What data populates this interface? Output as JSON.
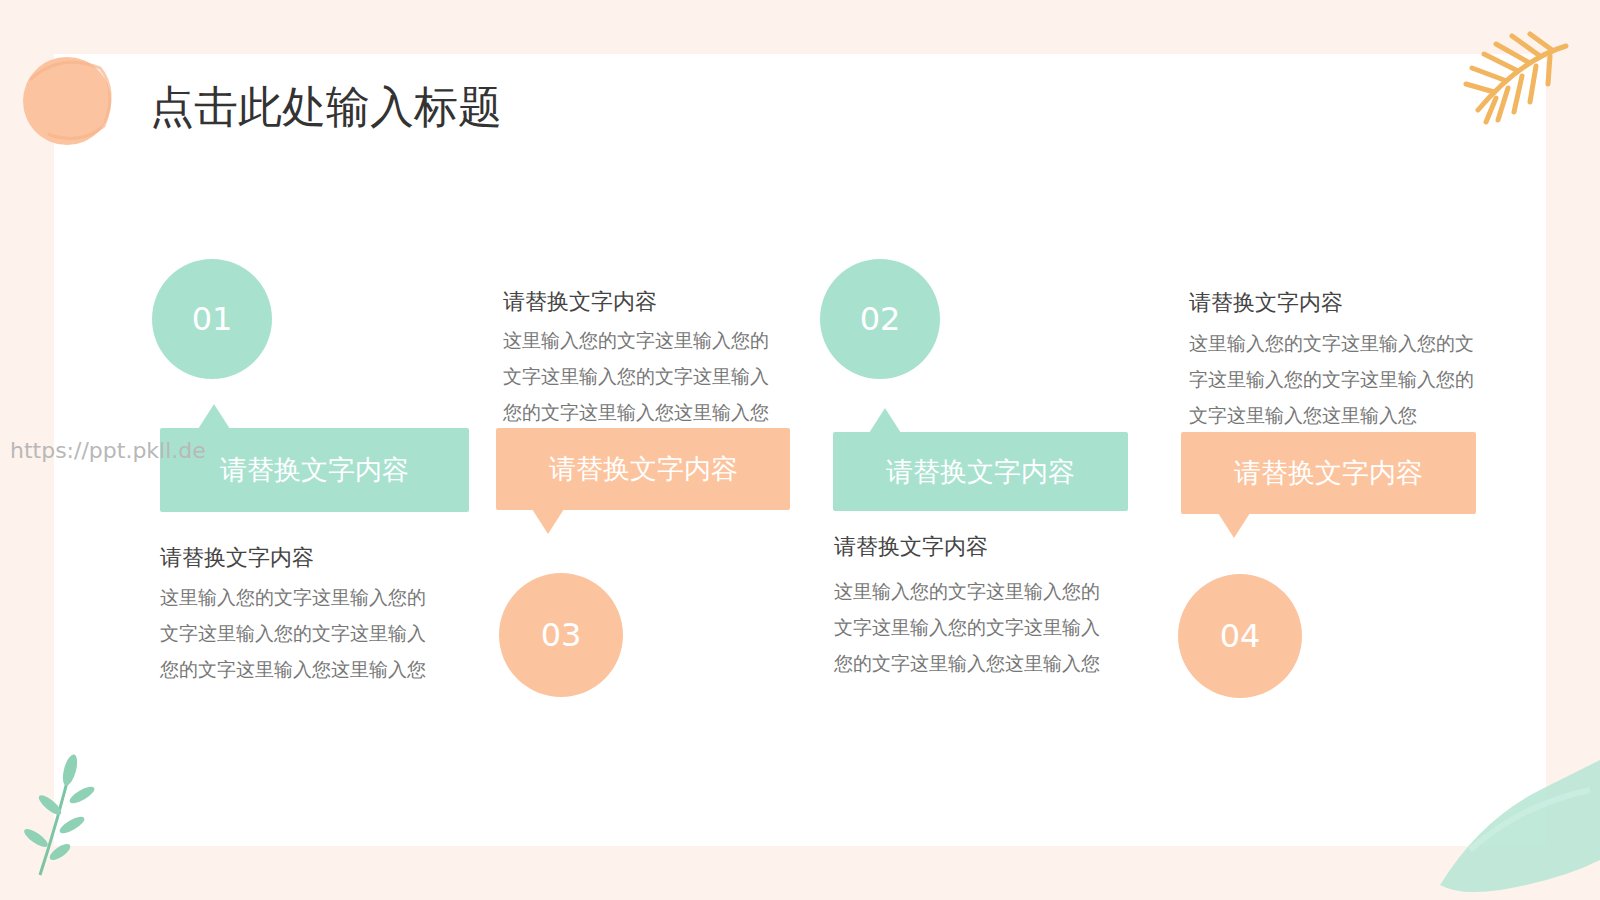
{
  "diagram": {
    "title": "点击此处输入标题",
    "nodes": [
      {
        "text": [
          "01"
        ]
      },
      {
        "text": [
          "请替换文字内容"
        ]
      },
      {
        "text": [
          "请替换文字内容"
        ]
      },
      {
        "text": [
          "03"
        ]
      },
      {
        "text": [
          "02"
        ]
      },
      {
        "text": [
          "请替换文字内容"
        ]
      },
      {
        "text": [
          "请替换文字内容"
        ]
      },
      {
        "text": [
          "04"
        ]
      }
    ],
    "labels": [
      "请替换文字内容",
      "这里输入您的文字这里输入您的 文字这里输入您的文字这里输入 您的文字这里输入您这里输入您",
      "请替换文字内容",
      "这里输入您的文字这里输入您的文 字这里输入您的文字这里输入您的 文字这里输入您这里输入您",
      "https://ppt.pkll.de",
      "请替换文字内容",
      "这里输入您的文字这里输入您的 文字这里输入您的文字这里输入 您的文字这里输入您这里输入您",
      "请替换文字内容",
      "这里输入您的文字这里输入您的 文字这里输入您的文字这里输入 您的文字这里输入您这里输入您"
    ]
  }
}
